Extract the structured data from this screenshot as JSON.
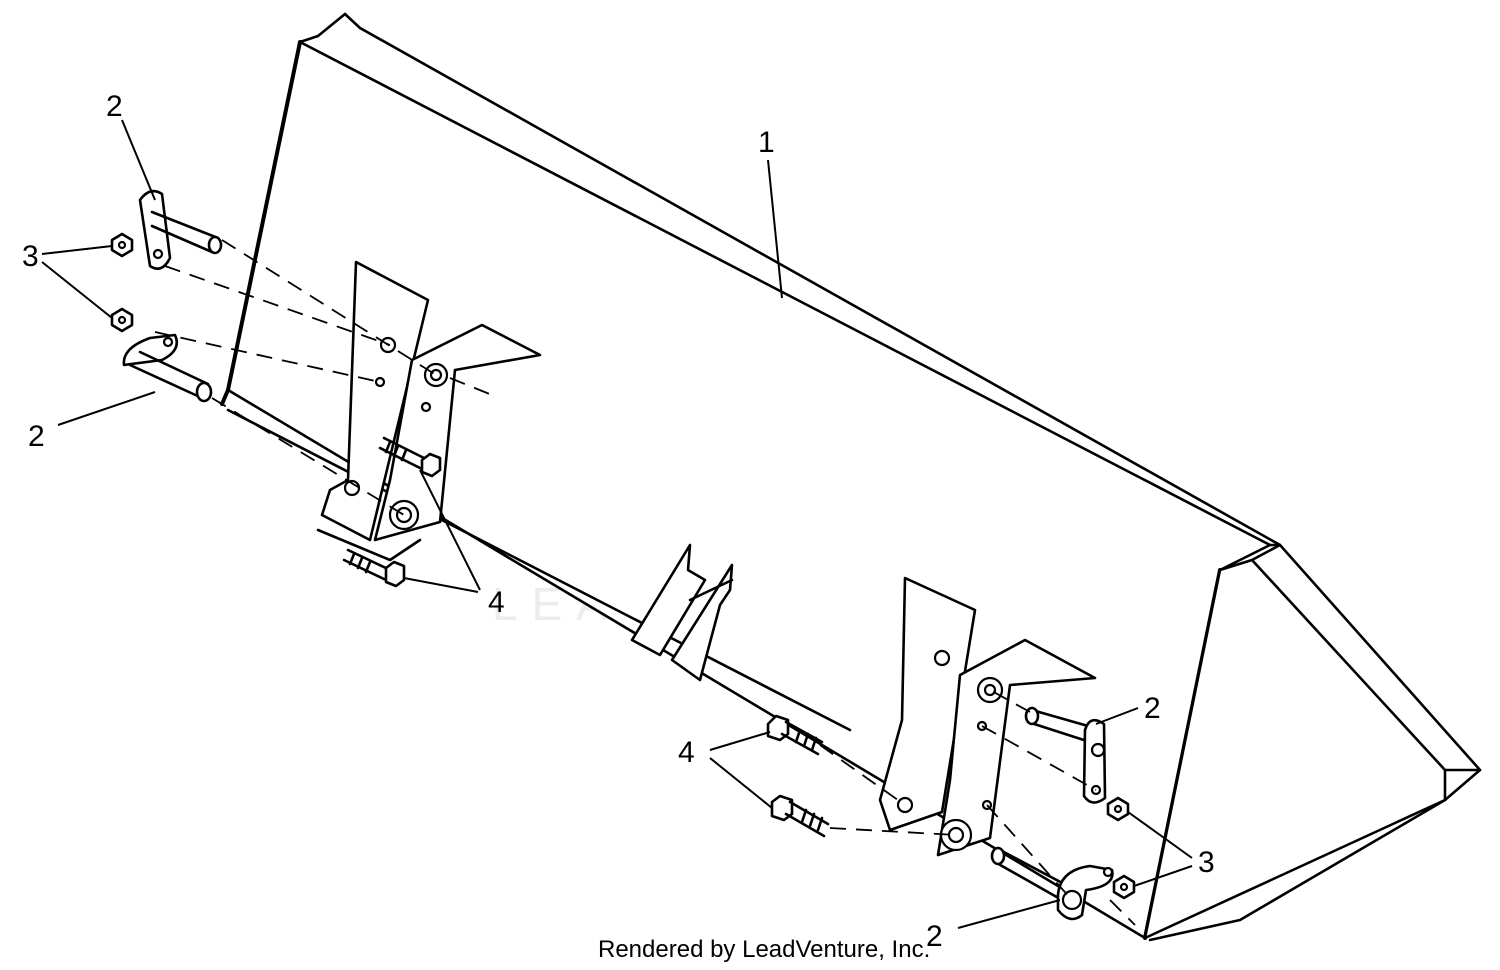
{
  "diagram": {
    "callouts": [
      "1",
      "2",
      "2",
      "2",
      "2",
      "3",
      "3",
      "4",
      "4"
    ],
    "watermark": "LEADVENTURE",
    "footer": "Rendered by LeadVenture, Inc."
  }
}
